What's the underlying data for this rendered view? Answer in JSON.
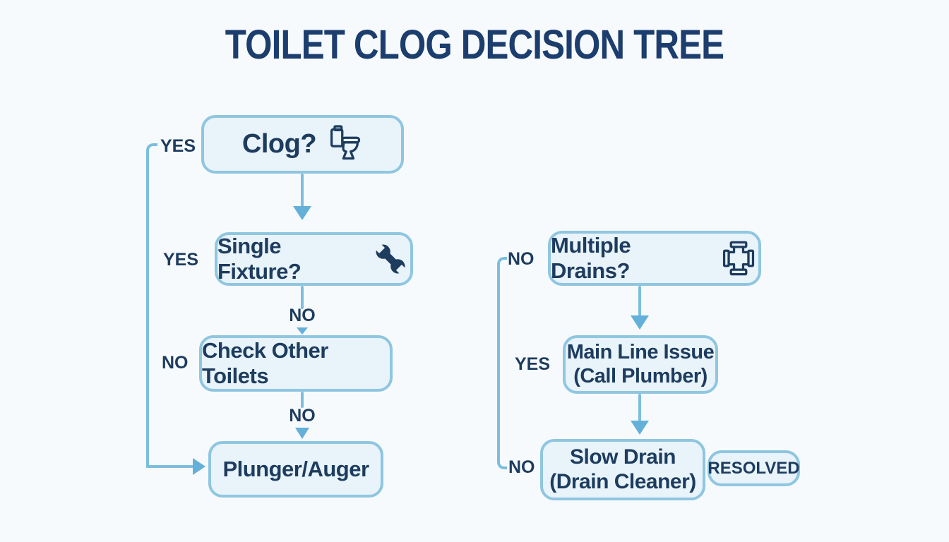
{
  "title": "TOILET CLOG DECISION TREE",
  "colors": {
    "background": "#f7fafc",
    "box_fill": "#e8f3fa",
    "box_border": "#8fc6e0",
    "line": "#7dbede",
    "arrow": "#64b0d8",
    "text": "#1d3c5e",
    "title": "#1c3e6e"
  },
  "nodes": {
    "clog": {
      "label": "Clog?",
      "icon": "toilet"
    },
    "single_fixture": {
      "label": "Single Fixture?",
      "icon": "wrench"
    },
    "check_other_toilets": {
      "label": "Check Other Toilets"
    },
    "plunger_auger": {
      "label": "Plunger/Auger"
    },
    "multiple_drains": {
      "label": "Multiple Drains?",
      "icon": "pipe-cross"
    },
    "main_line_issue": {
      "label": "Main Line Issue",
      "sublabel": "(Call Plumber)"
    },
    "slow_drain": {
      "label": "Slow Drain",
      "sublabel": "(Drain Cleaner)"
    },
    "resolved": {
      "label": "RESOLVED"
    }
  },
  "edge_labels": {
    "clog_yes": "YES",
    "single_fixture_yes": "YES",
    "single_fixture_no": "NO",
    "check_other_toilets_no_side": "NO",
    "check_other_toilets_no_down": "NO",
    "multiple_drains_no": "NO",
    "main_line_yes": "YES",
    "slow_drain_no": "NO"
  }
}
